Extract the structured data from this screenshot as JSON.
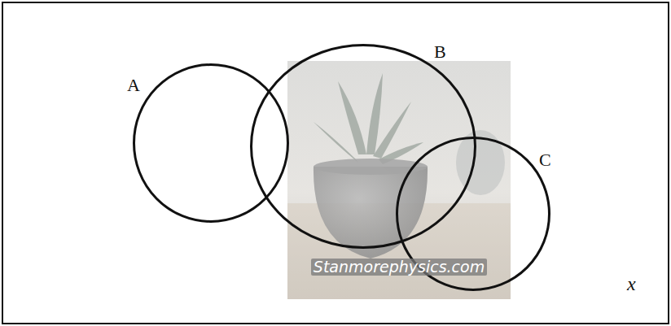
{
  "diagram": {
    "nodes": [
      {
        "text": [
          "x"
        ]
      },
      {
        "text": [
          "A"
        ],
        "in": 0
      },
      {
        "text": [
          "B"
        ],
        "in": 0
      },
      {
        "text": [
          "C"
        ],
        "in": 0
      }
    ],
    "labels": [
      "Stanmorephysics.com"
    ]
  }
}
